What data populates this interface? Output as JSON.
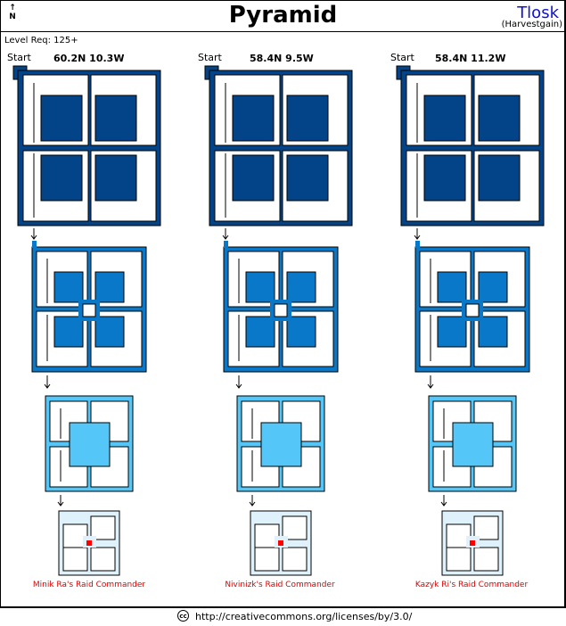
{
  "header": {
    "north_label": "N",
    "title": "Pyramid",
    "author": "Tlosk",
    "server": "(Harvestgain)"
  },
  "level_req": "Level Req: 125+",
  "columns": [
    {
      "start_label": "Start",
      "coords": "60.2N 10.3W",
      "boss": "Minik Ra's Raid Commander"
    },
    {
      "start_label": "Start",
      "coords": "58.4N 9.5W",
      "boss": "Nivinizk's Raid Commander"
    },
    {
      "start_label": "Start",
      "coords": "58.4N 11.2W",
      "boss": "Kazyk Ri's Raid Commander"
    }
  ],
  "colors": {
    "level1": "#034488",
    "level2": "#0a78c8",
    "level3": "#55c6f8",
    "level4": "#dff2fc",
    "boss_marker": "#ff0000"
  },
  "footer": {
    "license_icon": "cc",
    "url": "http://creativecommons.org/licenses/by/3.0/"
  }
}
